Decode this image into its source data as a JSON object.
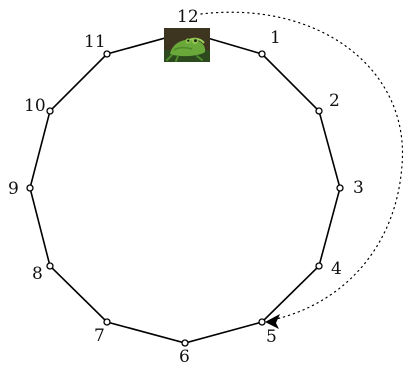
{
  "diagram": {
    "vertices": [
      {
        "label": "1"
      },
      {
        "label": "2"
      },
      {
        "label": "3"
      },
      {
        "label": "4"
      },
      {
        "label": "5"
      },
      {
        "label": "6"
      },
      {
        "label": "7"
      },
      {
        "label": "8"
      },
      {
        "label": "9"
      },
      {
        "label": "10"
      },
      {
        "label": "11"
      },
      {
        "label": "12",
        "marker": "frog-image"
      }
    ],
    "edges": "cycle connecting vertices 1 through 12 in order",
    "jump": {
      "from": "12",
      "to": "5",
      "style": "dotted",
      "arrow": "end"
    },
    "colors": {
      "line": "#000000",
      "vertex_fill": "#ffffff",
      "frog": "#6aa83a",
      "frog_bg": "#3e3520"
    }
  }
}
